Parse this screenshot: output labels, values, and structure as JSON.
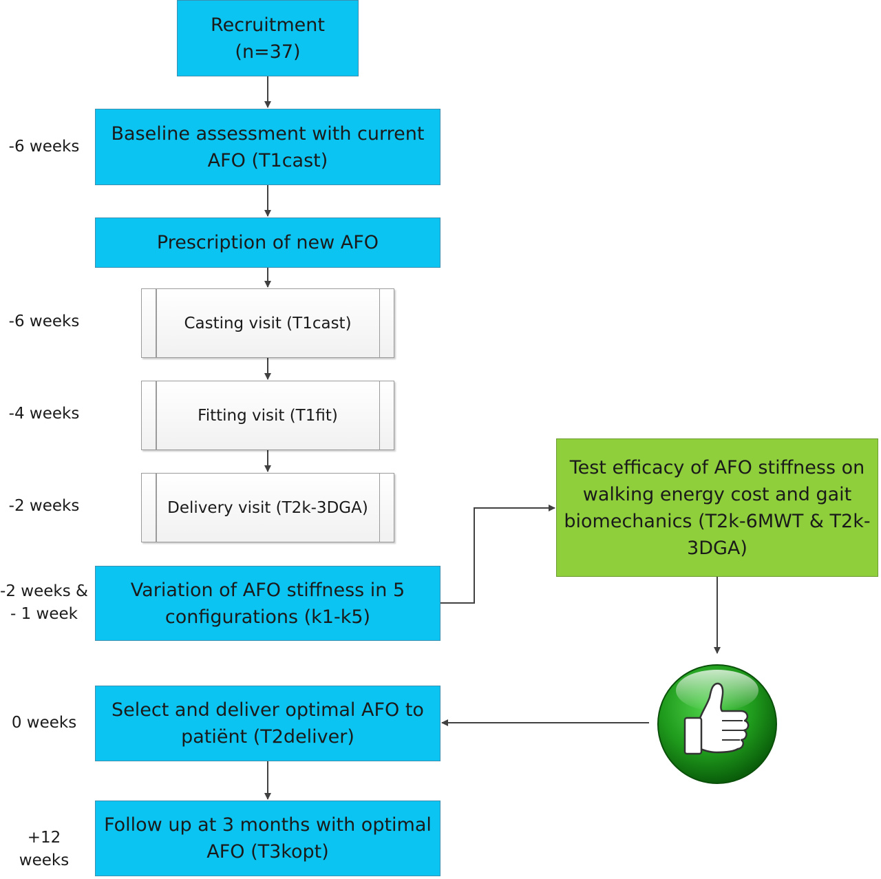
{
  "steps": {
    "recruitment": "Recruitment\n(n=37)",
    "baseline": "Baseline assessment with current\nAFO (T1cast)",
    "prescription": "Prescription of new AFO",
    "casting": "Casting visit (T1cast)",
    "fitting": "Fitting visit (T1fit)",
    "delivery": "Delivery visit (T2k-3DGA)",
    "variation": "Variation of AFO stiffness in 5\nconfigurations (k1-k5)",
    "select": "Select and deliver optimal AFO to\npatiënt (T2deliver)",
    "followup": "Follow up at 3 months with optimal\nAFO (T3kopt)",
    "test": "Test efficacy of AFO stiffness on\nwalking energy cost and gait\nbiomechanics (T2k-6MWT & T2k-\n3DGA)"
  },
  "timeline": {
    "baseline": "-6 weeks",
    "casting": "-6 weeks",
    "fitting": "-4 weeks",
    "delivery": "-2 weeks",
    "variation": "-2 weeks &\n- 1 week",
    "select": "0 weeks",
    "followup": "+12 weeks"
  },
  "icons": {
    "approval": "thumbs-up-icon"
  },
  "colors": {
    "step_blue": "#0bc4f1",
    "step_green": "#8ecf3b",
    "process_box": "#f4f4f4",
    "arrow": "#404040"
  }
}
